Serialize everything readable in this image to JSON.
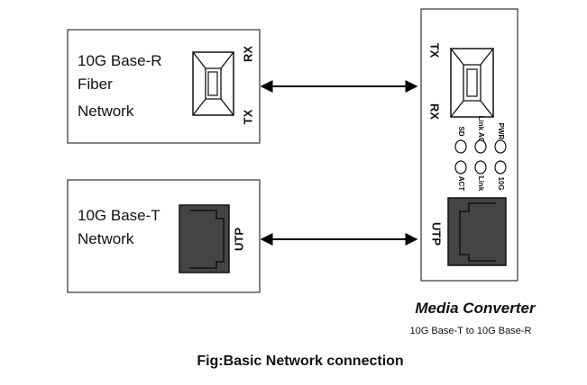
{
  "fiber_network": {
    "lines": [
      "10G Base-R",
      "Fiber",
      "Network"
    ],
    "rx": "RX",
    "tx": "TX"
  },
  "copper_network": {
    "lines": [
      "10G Base-T",
      "Network"
    ],
    "utp": "UTP"
  },
  "converter": {
    "tx": "TX",
    "rx": "RX",
    "utp": "UTP",
    "leds_top": [
      "SD",
      "Link ACT",
      "PWR"
    ],
    "leds_bottom": [
      "ACT",
      "Link",
      "10G"
    ],
    "title": "Media Converter",
    "subtitle": "10G Base-T to 10G Base-R"
  },
  "caption": "Fig:Basic Network connection"
}
